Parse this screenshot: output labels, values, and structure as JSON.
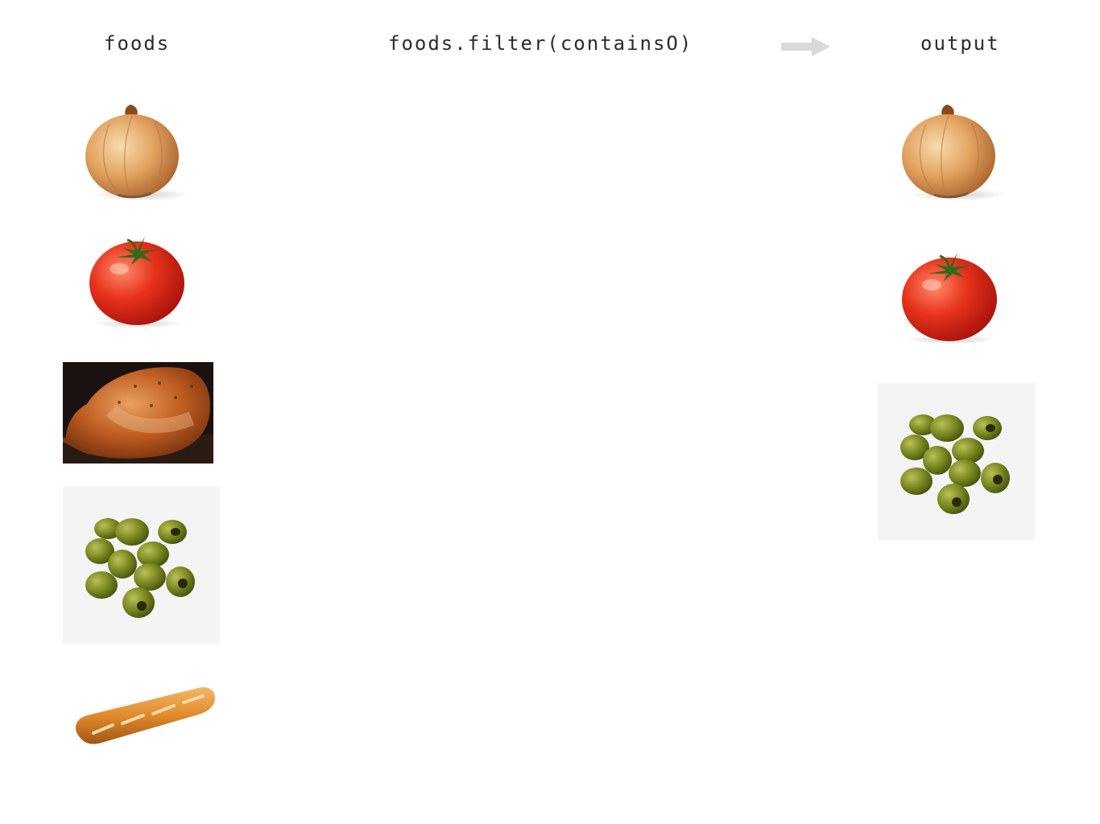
{
  "labels": {
    "input": "foods",
    "expression": "foods.filter(containsO)",
    "output": "output"
  },
  "arrow_icon": "right-arrow-icon",
  "colors": {
    "text": "#2b2b2b",
    "arrow": "#d9d9d9"
  },
  "input_items": [
    "onion",
    "tomato",
    "roast-chicken",
    "olives",
    "baguette"
  ],
  "output_items": [
    "onion",
    "tomato",
    "olives"
  ]
}
